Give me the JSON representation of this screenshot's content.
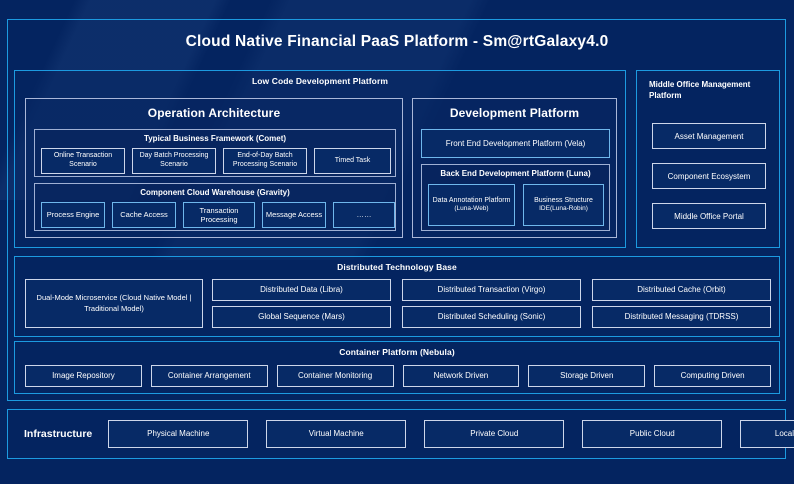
{
  "page": {
    "title": "Cloud Native Financial PaaS Platform - Sm@rtGalaxy4.0",
    "accent_border": "#1c9ae0",
    "background": "#042460",
    "chip_fill": "#072a66"
  },
  "low_code": {
    "title": "Low Code Development Platform",
    "operation_architecture": {
      "title": "Operation Architecture",
      "typical_business_framework": {
        "title": "Typical Business Framework (Comet)",
        "items": [
          "Online Transaction Scenario",
          "Day Batch Processing Scenario",
          "End-of-Day Batch Processing Scenario",
          "Timed Task"
        ]
      },
      "component_cloud_warehouse": {
        "title": "Component Cloud Warehouse (Gravity)",
        "items": [
          "Process Engine",
          "Cache Access",
          "Transaction Processing",
          "Message Access",
          "……"
        ]
      }
    },
    "development_platform": {
      "title": "Development Platform",
      "front_end": "Front End Development Platform (Vela)",
      "back_end": {
        "title": "Back End Development Platform (Luna)",
        "items": [
          {
            "name": "Data Annotation Platform",
            "code": "(Luna-Web)"
          },
          {
            "name": "Business Structure",
            "code": "IDE(Luna-Robin)"
          }
        ]
      }
    }
  },
  "middle_office": {
    "title": "Middle Office Management Platform",
    "items": [
      "Asset Management",
      "Component Ecosystem",
      "Middle Office Portal"
    ]
  },
  "distributed_technology_base": {
    "title": "Distributed Technology Base",
    "dual_mode": "Dual-Mode Microservice (Cloud Native Model | Traditional Model)",
    "items": [
      "Distributed Data (Libra)",
      "Distributed Transaction (Virgo)",
      "Distributed Cache (Orbit)",
      "Global Sequence (Mars)",
      "Distributed Scheduling (Sonic)",
      "Distributed Messaging (TDRSS)"
    ]
  },
  "container_platform": {
    "title": "Container Platform (Nebula)",
    "items": [
      "Image Repository",
      "Container Arrangement",
      "Container Monitoring",
      "Network Driven",
      "Storage Driven",
      "Computing Driven"
    ]
  },
  "infrastructure": {
    "label": "Infrastructure",
    "items": [
      "Physical Machine",
      "Virtual Machine",
      "Private Cloud",
      "Public Cloud",
      "Localized Hardware"
    ]
  }
}
